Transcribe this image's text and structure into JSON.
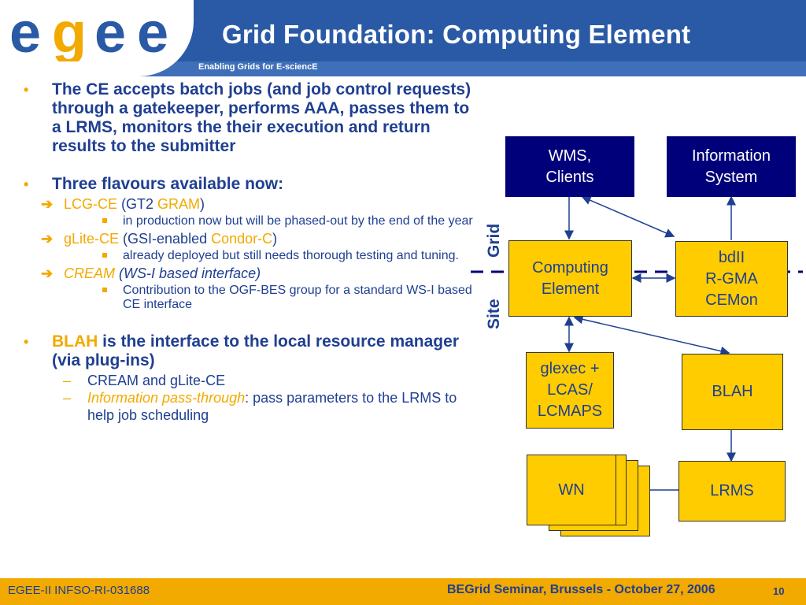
{
  "header": {
    "logo_text": "egee",
    "title": "Grid Foundation: Computing Element",
    "tagline": "Enabling Grids for E-sciencE"
  },
  "bullets": {
    "b1": "The CE accepts batch jobs (and job control requests) through a gatekeeper, performs AAA, passes them to a LRMS, monitors the their execution and return results to the submitter",
    "b2": "Three flavours available now:",
    "lcg_name": "LCG-CE",
    "lcg_open": " (GT2 ",
    "lcg_gram": "GRAM",
    "lcg_close": ")",
    "lcg_note": "in production now but will be phased-out by the end of the year",
    "glite_name": "gLite-CE",
    "glite_open": " (GSI-enabled ",
    "glite_condor": "Condor-C",
    "glite_close": ")",
    "glite_note": "already deployed but still needs thorough testing and tuning.",
    "cream_name": "CREAM",
    "cream_desc": " (WS-I based interface)",
    "cream_note": "Contribution to the OGF-BES group for a standard WS-I based CE interface",
    "blah_name": "BLAH",
    "blah_desc": " is the interface to the local resource manager (via plug-ins)",
    "sub1": "CREAM and gLite-CE",
    "sub2_em": "Information pass-through",
    "sub2_rest": ": pass parameters to the LRMS to help job scheduling"
  },
  "diagram": {
    "wms": [
      "WMS,",
      "Clients"
    ],
    "info": [
      "Information",
      "System"
    ],
    "ce": [
      "Computing",
      "Element"
    ],
    "bdii": [
      "bdII",
      "R-GMA",
      "CEMon"
    ],
    "glexec": [
      "glexec +",
      "LCAS/",
      "LCMAPS"
    ],
    "blah": "BLAH",
    "wn": "WN",
    "lrms": "LRMS",
    "grid_label": "Grid",
    "site_label": "Site"
  },
  "footer": {
    "left": "EGEE-II INFSO-RI-031688",
    "right": "BEGrid Seminar, Brussels - October 27, 2006",
    "page": "10"
  },
  "colors": {
    "header_blue": "#2a5aa6",
    "text_blue": "#1f3f91",
    "accent_orange": "#f2a900",
    "box_gold": "#ffcc00",
    "box_navy": "#00007a"
  }
}
